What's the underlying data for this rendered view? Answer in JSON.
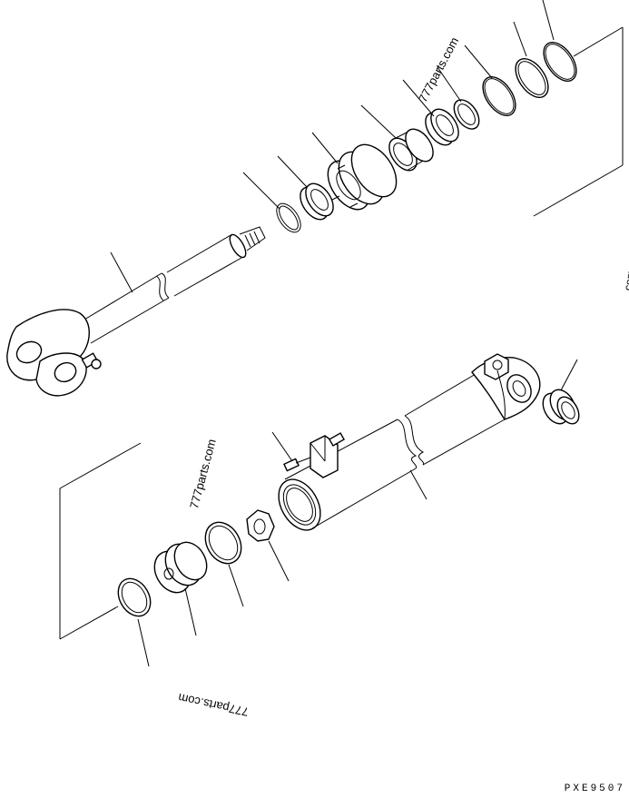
{
  "watermarks": {
    "top": "777parts.com",
    "middle": "777parts.com",
    "bottom": "777parts.com",
    "right_edge": ".com"
  },
  "drawing_code": "PXE9507"
}
